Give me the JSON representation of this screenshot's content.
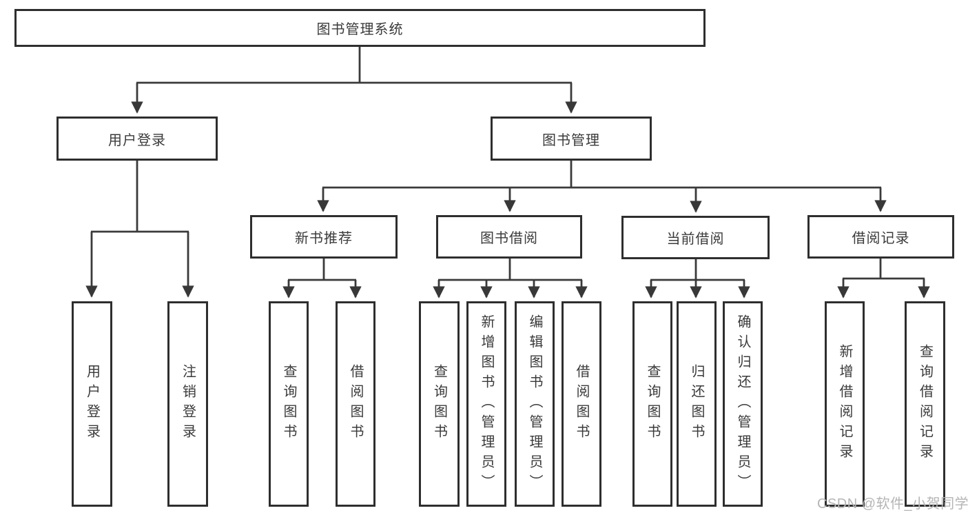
{
  "diagram_title": "图书管理系统",
  "colors": {
    "box_border": "#2e2e2e",
    "text": "#3a3a3a",
    "connector": "#3a3a3a",
    "watermark": "#b5b5b5",
    "background": "#ffffff"
  },
  "tree": {
    "label": "图书管理系统",
    "children": [
      {
        "label": "用户登录",
        "children": [
          {
            "label": "用户登录"
          },
          {
            "label": "注销登录"
          }
        ]
      },
      {
        "label": "图书管理",
        "children": [
          {
            "label": "新书推荐",
            "children": [
              {
                "label": "查询图书"
              },
              {
                "label": "借阅图书"
              }
            ]
          },
          {
            "label": "图书借阅",
            "children": [
              {
                "label": "查询图书"
              },
              {
                "label": "新增图书（管理员）"
              },
              {
                "label": "编辑图书（管理员）"
              },
              {
                "label": "借阅图书"
              }
            ]
          },
          {
            "label": "当前借阅",
            "children": [
              {
                "label": "查询图书"
              },
              {
                "label": "归还图书"
              },
              {
                "label": "确认归还（管理员）"
              }
            ]
          },
          {
            "label": "借阅记录",
            "children": [
              {
                "label": "新增借阅记录"
              },
              {
                "label": "查询借阅记录"
              }
            ]
          }
        ]
      }
    ]
  },
  "watermark": {
    "text": "CSDN @软件_小贺同学"
  }
}
